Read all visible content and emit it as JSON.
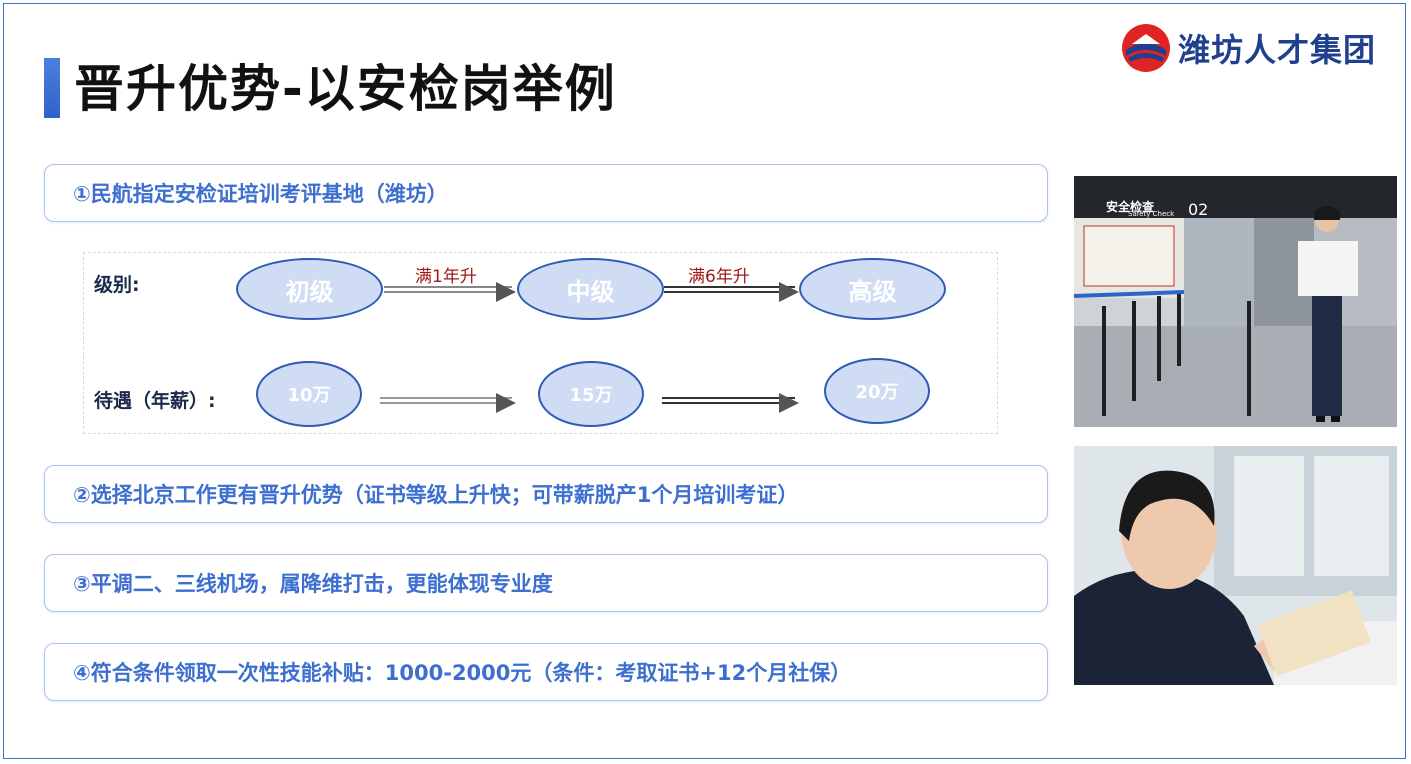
{
  "header": {
    "title": "晋升优势-以安检岗举例",
    "logo_text": "潍坊人才集团"
  },
  "points": [
    {
      "text": "①民航指定安检证培训考评基地（潍坊）"
    },
    {
      "text": "②选择北京工作更有晋升优势（证书等级上升快；可带薪脱产1个月培训考证）"
    },
    {
      "text": "③平调二、三线机场，属降维打击，更能体现专业度"
    },
    {
      "text": "④符合条件领取一次性技能补贴：1000-2000元（条件：考取证书+12个月社保）"
    }
  ],
  "diagram": {
    "level_label": "级别:",
    "salary_label": "待遇（年薪）:",
    "levels": [
      "初级",
      "中级",
      "高级"
    ],
    "salaries": [
      "10万",
      "15万",
      "20万"
    ],
    "transitions": [
      "满1年升",
      "满6年升"
    ]
  },
  "photos": {
    "top_sign_text": "安全检查",
    "top_sign_sub": "Safety Check",
    "top_sign_num": "02"
  },
  "colors": {
    "accent": "#3d6fd0",
    "ellipse_fill": "#cfdcf4",
    "ellipse_border": "#2d5bb5",
    "arrow_label": "#a01818"
  }
}
